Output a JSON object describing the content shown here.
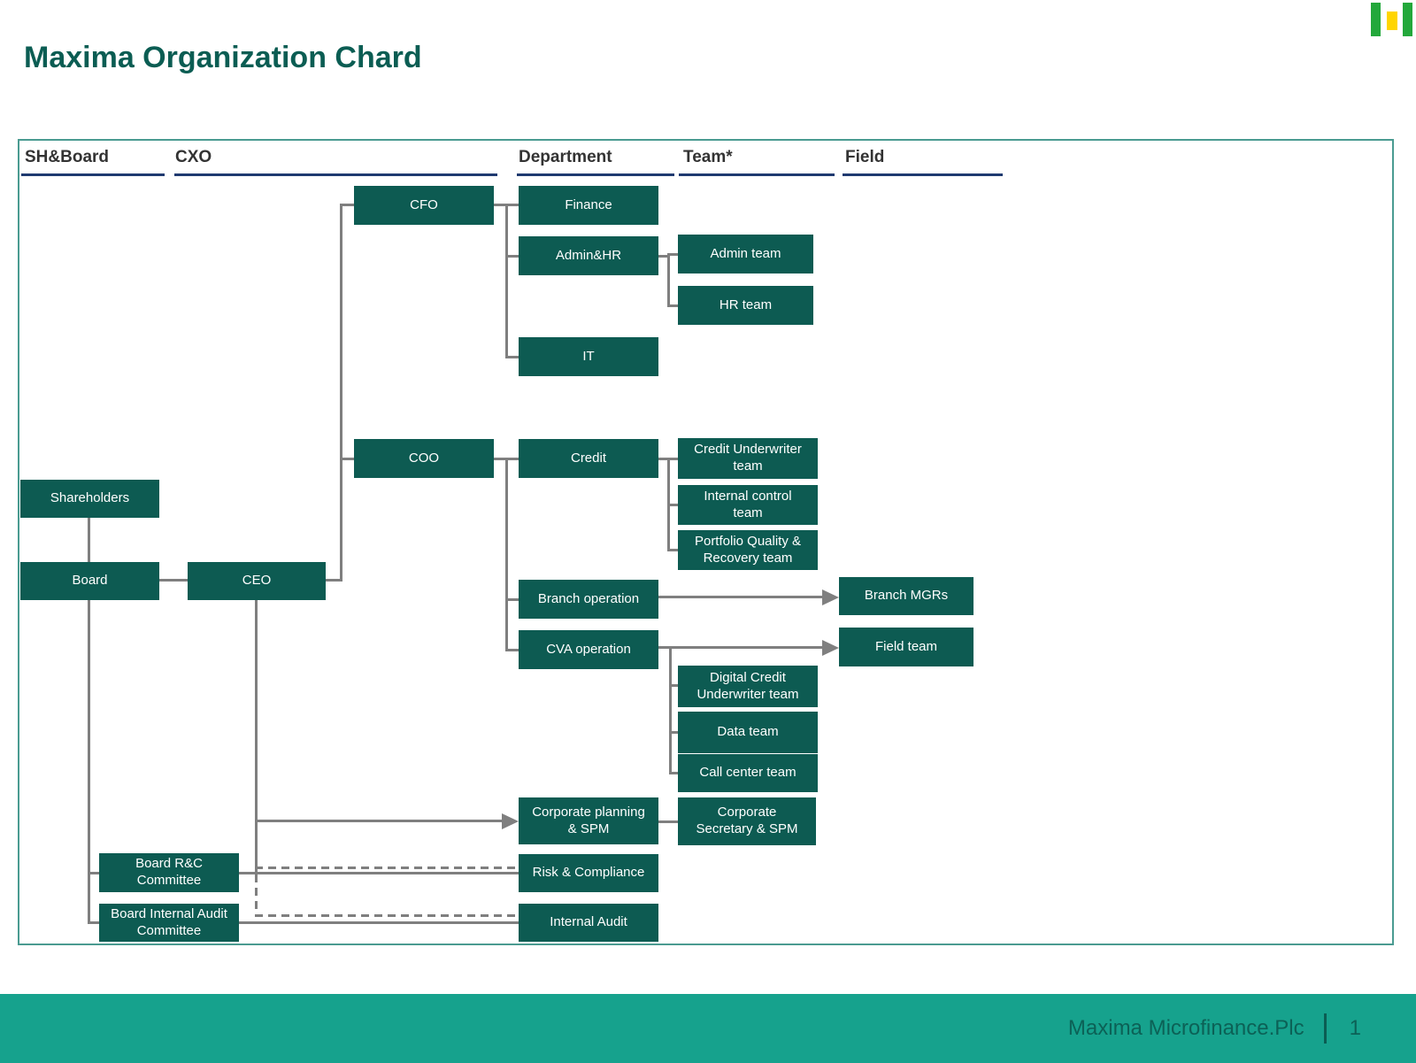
{
  "title": "Maxima Organization Chard",
  "column_headers": [
    {
      "label": "SH&Board"
    },
    {
      "label": "CXO"
    },
    {
      "label": "Department"
    },
    {
      "label": "Team*"
    },
    {
      "label": "Field"
    }
  ],
  "org": {
    "nodes": {
      "shareholders": {
        "label": "Shareholders",
        "column": "SH&Board"
      },
      "board": {
        "label": "Board",
        "column": "SH&Board"
      },
      "board_rc": {
        "label": "Board R&C\nCommittee",
        "column": "SH&Board"
      },
      "board_ia": {
        "label": "Board Internal Audit\nCommittee",
        "column": "SH&Board"
      },
      "ceo": {
        "label": "CEO",
        "column": "CXO"
      },
      "cfo": {
        "label": "CFO",
        "column": "CXO"
      },
      "coo": {
        "label": "COO",
        "column": "CXO"
      },
      "finance": {
        "label": "Finance",
        "column": "Department"
      },
      "admin_hr": {
        "label": "Admin&HR",
        "column": "Department"
      },
      "it": {
        "label": "IT",
        "column": "Department"
      },
      "credit": {
        "label": "Credit",
        "column": "Department"
      },
      "branch_operation": {
        "label": "Branch operation",
        "column": "Department"
      },
      "cva_operation": {
        "label": "CVA operation",
        "column": "Department"
      },
      "corp_planning": {
        "label": "Corporate planning\n& SPM",
        "column": "Department"
      },
      "risk_compliance": {
        "label": "Risk & Compliance",
        "column": "Department"
      },
      "internal_audit": {
        "label": "Internal Audit",
        "column": "Department"
      },
      "admin_team": {
        "label": "Admin team",
        "column": "Team"
      },
      "hr_team": {
        "label": "HR team",
        "column": "Team"
      },
      "credit_uw_team": {
        "label": "Credit Underwriter\nteam",
        "column": "Team"
      },
      "internal_control_team": {
        "label": "Internal control\nteam",
        "column": "Team"
      },
      "portfolio_team": {
        "label": "Portfolio Quality &\nRecovery team",
        "column": "Team"
      },
      "digital_credit_team": {
        "label": "Digital Credit\nUnderwriter team",
        "column": "Team"
      },
      "data_team": {
        "label": "Data team",
        "column": "Team"
      },
      "call_center_team": {
        "label": "Call center team",
        "column": "Team"
      },
      "corp_secretary": {
        "label": "Corporate\nSecretary & SPM",
        "column": "Team"
      },
      "branch_mgrs": {
        "label": "Branch MGRs",
        "column": "Field"
      },
      "field_team": {
        "label": "Field team",
        "column": "Field"
      }
    }
  },
  "footer": {
    "company": "Maxima Microfinance.Plc",
    "page_number": "1"
  },
  "colors": {
    "node_teal": "#0d5b52",
    "footer_bar_teal": "#16a28d",
    "footer_text_teal": "#0c6156",
    "title_teal": "#0b5d53",
    "header_underline_navy": "#1f3a70",
    "frame_border_teal": "#4a9b91",
    "connector_gray": "#7f7f7f",
    "logo_green": "#23a83b",
    "logo_yellow": "#ffd500"
  }
}
